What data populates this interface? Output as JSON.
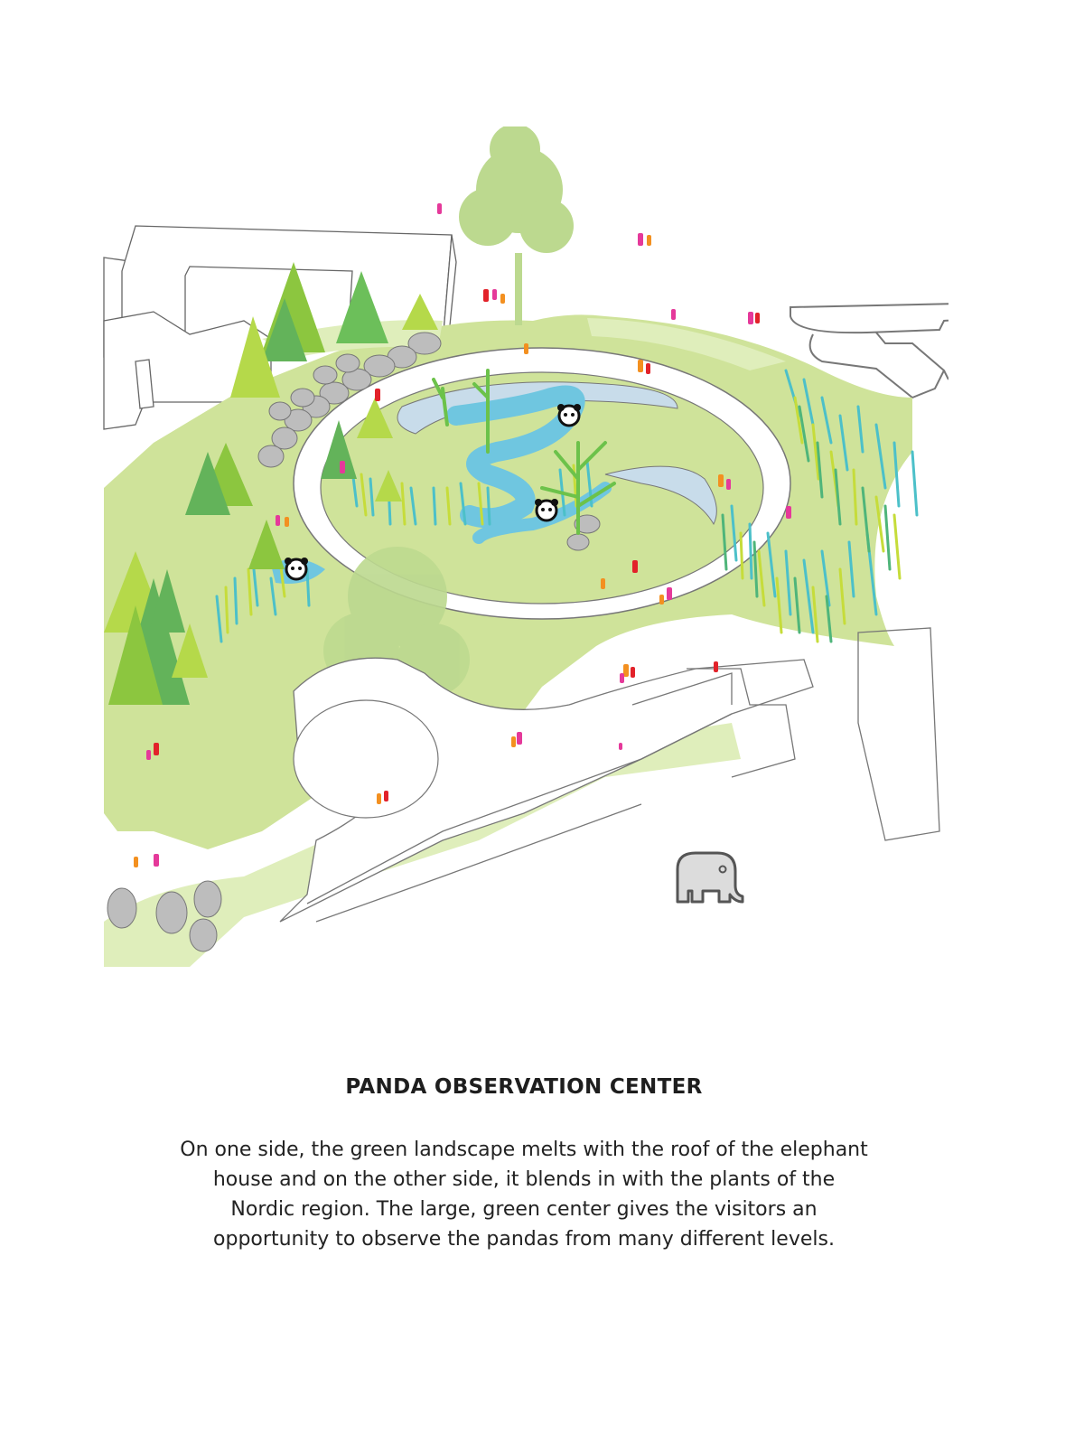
{
  "caption": {
    "title": "PANDA OBSERVATION CENTER",
    "body_lines": [
      "On one side, the green landscape melts with the roof of the elephant",
      "house and on the other side, it blends in with the plants of the",
      "Nordic region. The large, green center gives the visitors an",
      "opportunity to observe the pandas from many different levels."
    ]
  },
  "illustration": {
    "subject": "isometric site plan of panda enclosure",
    "icons": [
      "panda-icon",
      "elephant-icon",
      "person-icon",
      "tree-icon",
      "rock-icon"
    ],
    "colors": {
      "lawn": "#cfe39a",
      "lawn_light": "#dfeebb",
      "water": "#6fc6e0",
      "pool": "#c8dcea",
      "tree_dark": "#63b35a",
      "tree_mid": "#8cc63f",
      "tree_light": "#b5d94a",
      "canopy": "#bcd98f",
      "rock": "#bdbdbd",
      "person_magenta": "#e5399a",
      "person_red": "#e2222a",
      "person_orange": "#f39020",
      "outline": "#555555",
      "elephant_fill": "#dcdcdc"
    }
  }
}
